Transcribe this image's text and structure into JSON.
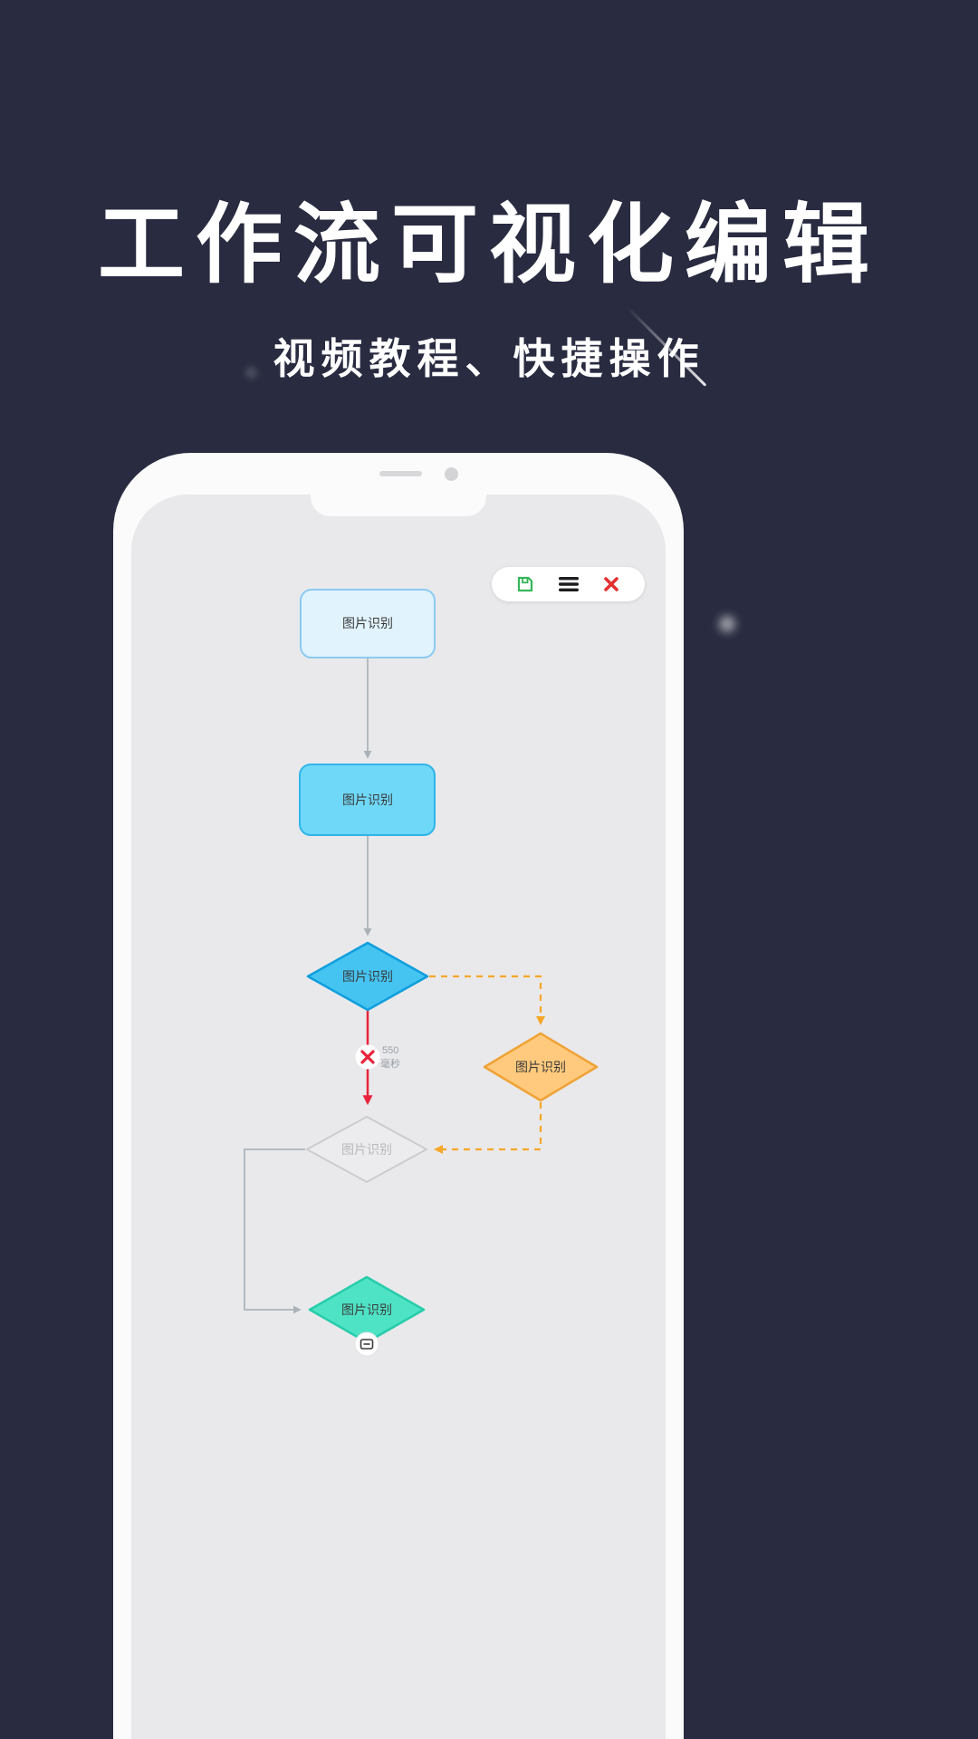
{
  "hero": {
    "title": "工作流可视化编辑",
    "subtitle": "视频教程、快捷操作"
  },
  "phone": {
    "toolbar": {
      "save_icon": "floppy-save",
      "menu_icon": "hamburger-menu",
      "close_icon": "close-x"
    },
    "flowchart": {
      "nodes": [
        {
          "id": "node-1",
          "shape": "rounded-rect-light-blue",
          "label": "图片识别"
        },
        {
          "id": "node-2",
          "shape": "rounded-rect-blue",
          "label": "图片识别"
        },
        {
          "id": "node-3",
          "shape": "diamond-blue",
          "label": "图片识别"
        },
        {
          "id": "node-4",
          "shape": "diamond-orange",
          "label": "图片识别"
        },
        {
          "id": "node-5",
          "shape": "diamond-gray",
          "label": "图片识别"
        },
        {
          "id": "node-6",
          "shape": "diamond-teal",
          "label": "图片识别"
        }
      ],
      "edge_label": {
        "value": "550",
        "unit": "毫秒"
      },
      "error_icon": "red-cross-circle",
      "expand_icon": "card-handle"
    }
  },
  "palette": {
    "background": "#292b40",
    "node_blue": "#45c4f2",
    "node_light_blue": "#e1f3fd",
    "node_orange": "#ffca7d",
    "node_teal": "#4fe3c5",
    "edge_gray": "#b4bac0",
    "edge_orange": "#f6a728",
    "error_red": "#e8243c",
    "save_green": "#35b558"
  }
}
